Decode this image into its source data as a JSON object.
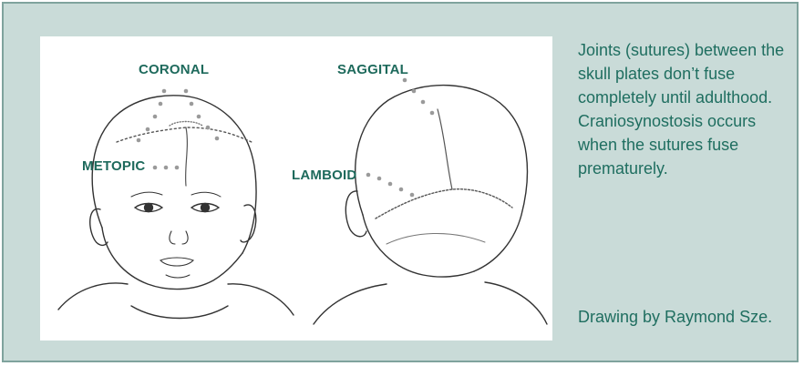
{
  "labels": {
    "coronal": "CORONAL",
    "saggital": "SAGGITAL",
    "metopic": "METOPIC",
    "lamboid": "LAMBOID"
  },
  "caption": "Joints (sutures) between the skull plates don’t fuse completely until adulthood. Craniosynostosis occurs when the sutures fuse prematurely.",
  "credit": "Drawing by Raymond Sze.",
  "colors": {
    "background": "#c9dbd8",
    "border": "#7fa39d",
    "text": "#1f6e60",
    "leader_dots": "#9a9a9a"
  }
}
